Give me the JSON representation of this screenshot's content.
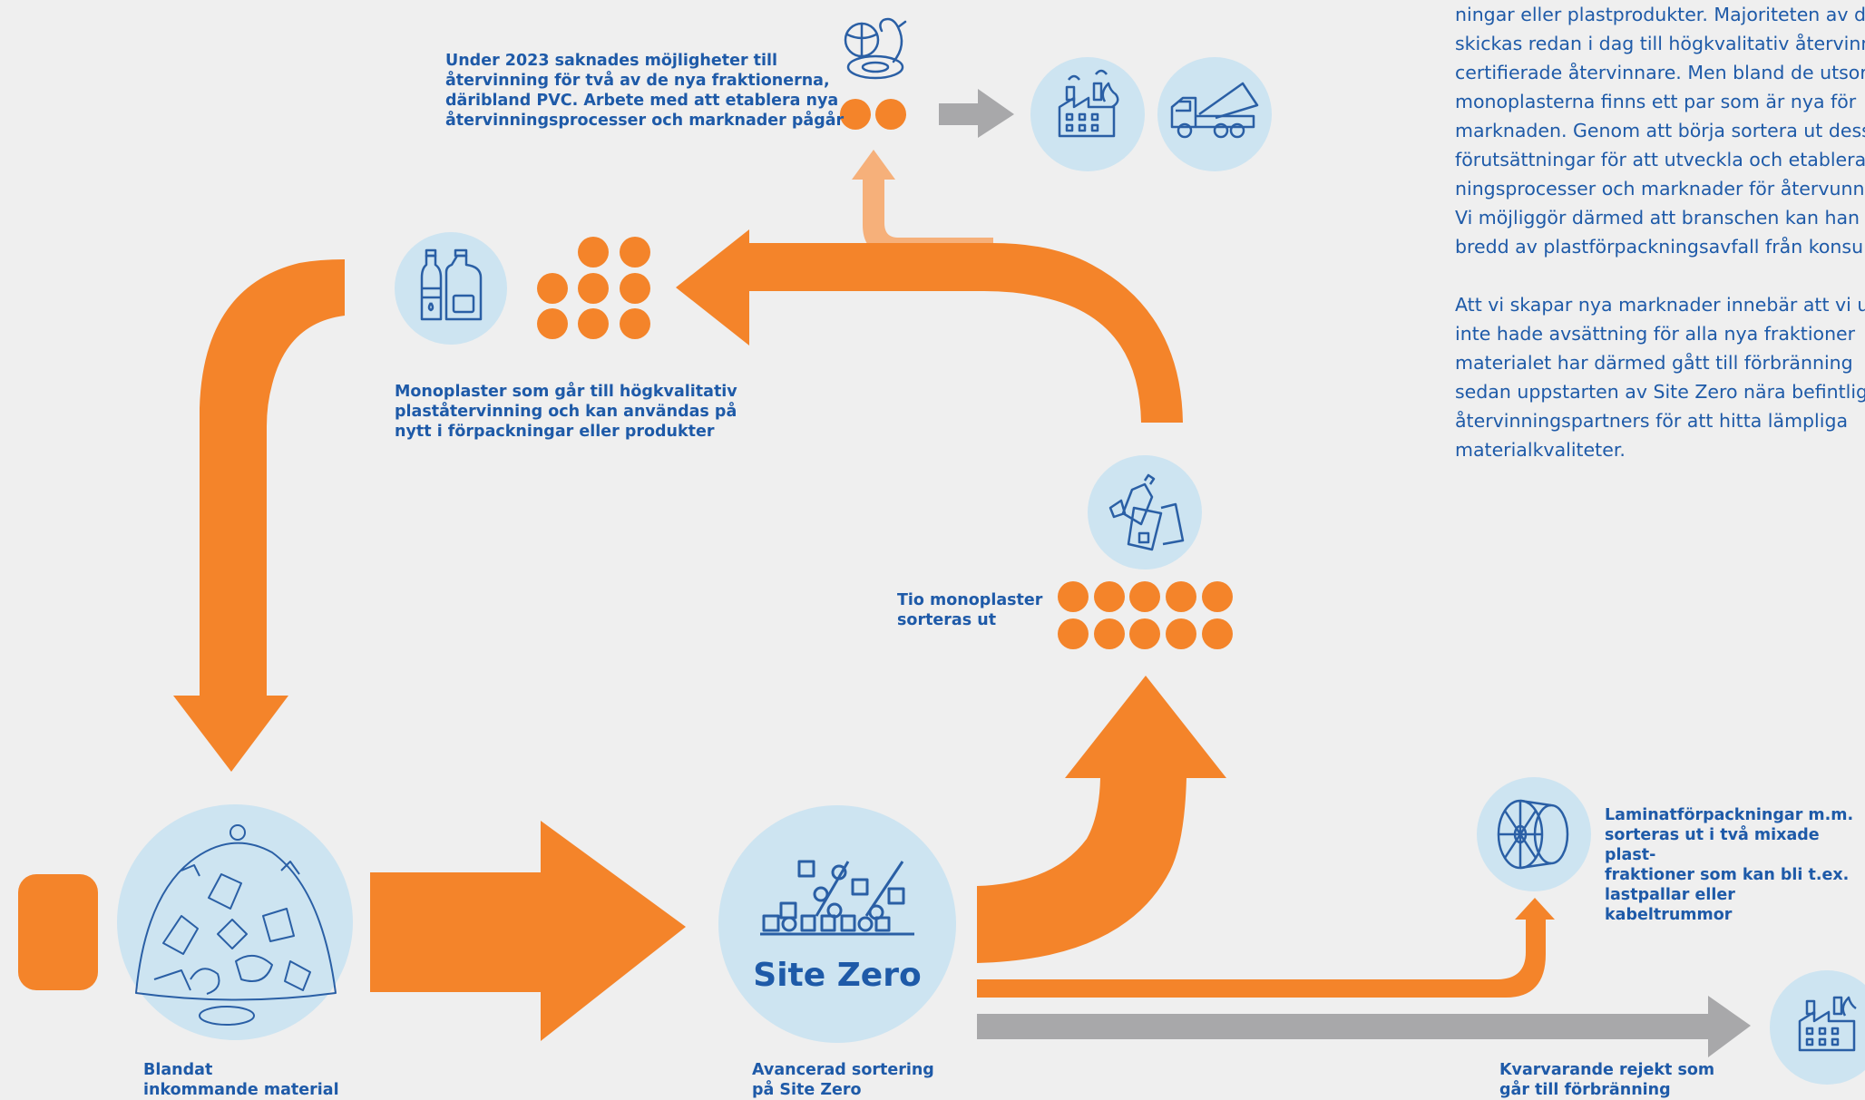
{
  "colors": {
    "background": "#efefef",
    "orange": "#f4842a",
    "light_orange": "#f6b07a",
    "light_blue_circle": "#cde4f1",
    "gray_arrow": "#a8a8aa",
    "text_blue": "#1e5aa8",
    "icon_blue": "#2a5fa5"
  },
  "labels": {
    "pvc_note": [
      "Under 2023 saknades möjligheter till",
      "återvinning för två av de nya fraktionerna,",
      "däribland PVC. Arbete med att etablera nya",
      "återvinningsprocesser och marknader pågår"
    ],
    "monoplaster": [
      "Monoplaster som går till högkvalitativ",
      "plaståtervinning och kan användas på",
      "nytt i förpackningar eller produkter"
    ],
    "tio_monoplaster": [
      "Tio monoplaster",
      "sorteras ut"
    ],
    "laminat": [
      "Laminatförpackningar m.m.",
      "sorteras ut i två mixade plast-",
      "fraktioner som kan bli t.ex.",
      "lastpallar eller kabeltrummor"
    ],
    "blandat": [
      "Blandat",
      "inkommande material"
    ],
    "avancerad": [
      "Avancerad sortering",
      "på Site Zero"
    ],
    "kvarvarande": [
      "Kvarvarande rejekt som",
      "går till förbränning"
    ],
    "site_zero_logo": "Site Zero"
  },
  "body_text": {
    "paragraph1": [
      "ningar eller plastprodukter. Majoriteten av de",
      "skickas redan i dag till högkvalitativ återvinn",
      "certifierade återvinnare. Men bland de utsor",
      "monoplasterna finns ett par som är nya för",
      "marknaden. Genom att börja sortera ut dess",
      "förutsättningar för att utveckla och etablera",
      "ningsprocesser och marknader för återvunn",
      "Vi möjliggör därmed att branschen kan han",
      "bredd av plastförpackningsavfall från konsu"
    ],
    "paragraph2": [
      "Att vi skapar nya marknader innebär att vi u",
      "inte hade avsättning för alla nya fraktioner",
      "materialet har därmed gått till förbränning",
      "sedan uppstarten av Site Zero nära befintlig",
      "återvinningspartners för att hitta lämpliga",
      "materialkvaliteter."
    ]
  },
  "icons": {
    "mixed_waste": "mixed-waste-pile-icon",
    "site_zero": "sorting-machine-icon",
    "bottles": "bottles-icon",
    "flamingo": "inflatable-toys-icon",
    "factory_top": "incineration-plant-icon",
    "truck": "dump-truck-icon",
    "packaging": "plastic-packaging-icon",
    "cable_drum": "cable-drum-icon",
    "factory_bottom": "incineration-plant-icon"
  }
}
